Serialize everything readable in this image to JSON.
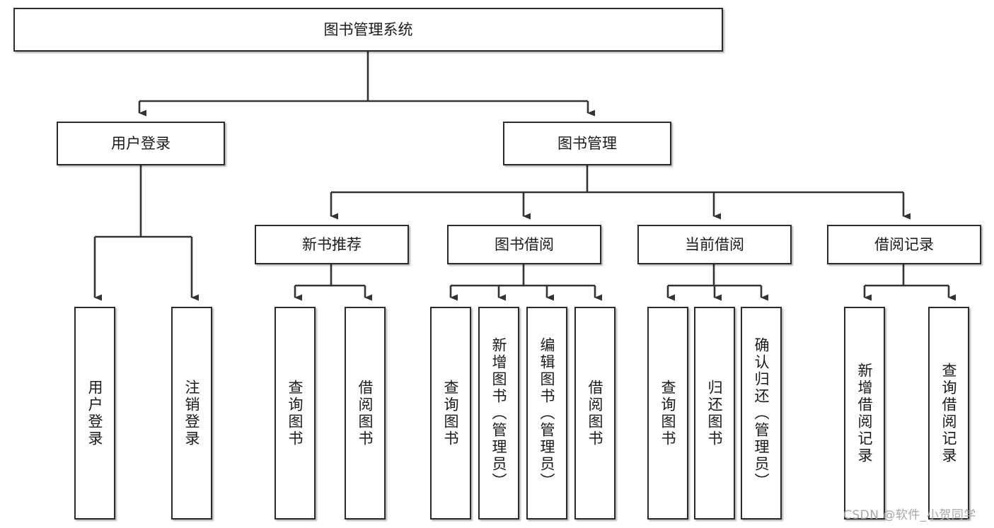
{
  "diagram": {
    "type": "tree-hierarchy",
    "title": "图书管理系统",
    "watermark": "CSDN @软件_小贺同学",
    "colors": {
      "box_border": "#2b2b2b",
      "box_fill": "#ffffff",
      "connector": "#333333",
      "text": "#1a1a1a",
      "watermark": "#a8a8a8"
    },
    "levels": {
      "root": {
        "label": "图书管理系统",
        "orientation": "horizontal"
      },
      "level2": [
        {
          "label": "用户登录",
          "orientation": "horizontal"
        },
        {
          "label": "图书管理",
          "orientation": "horizontal"
        }
      ],
      "level3": [
        {
          "label": "新书推荐",
          "orientation": "horizontal"
        },
        {
          "label": "图书借阅",
          "orientation": "horizontal"
        },
        {
          "label": "当前借阅",
          "orientation": "horizontal"
        },
        {
          "label": "借阅记录",
          "orientation": "horizontal"
        }
      ],
      "leaves": [
        {
          "label": "用户登录",
          "orientation": "vertical",
          "parent": "用户登录"
        },
        {
          "label": "注销登录",
          "orientation": "vertical",
          "parent": "用户登录"
        },
        {
          "label": "查询图书",
          "orientation": "vertical",
          "parent": "新书推荐"
        },
        {
          "label": "借阅图书",
          "orientation": "vertical",
          "parent": "新书推荐"
        },
        {
          "label": "查询图书",
          "orientation": "vertical",
          "parent": "图书借阅"
        },
        {
          "label": "新增图书（管理员）",
          "orientation": "vertical",
          "parent": "图书借阅"
        },
        {
          "label": "编辑图书（管理员）",
          "orientation": "vertical",
          "parent": "图书借阅"
        },
        {
          "label": "借阅图书",
          "orientation": "vertical",
          "parent": "图书借阅"
        },
        {
          "label": "查询图书",
          "orientation": "vertical",
          "parent": "当前借阅"
        },
        {
          "label": "归还图书",
          "orientation": "vertical",
          "parent": "当前借阅"
        },
        {
          "label": "确认归还（管理员）",
          "orientation": "vertical",
          "parent": "当前借阅"
        },
        {
          "label": "新增借阅记录",
          "orientation": "vertical",
          "parent": "借阅记录"
        },
        {
          "label": "查询借阅记录",
          "orientation": "vertical",
          "parent": "借阅记录"
        }
      ]
    }
  }
}
